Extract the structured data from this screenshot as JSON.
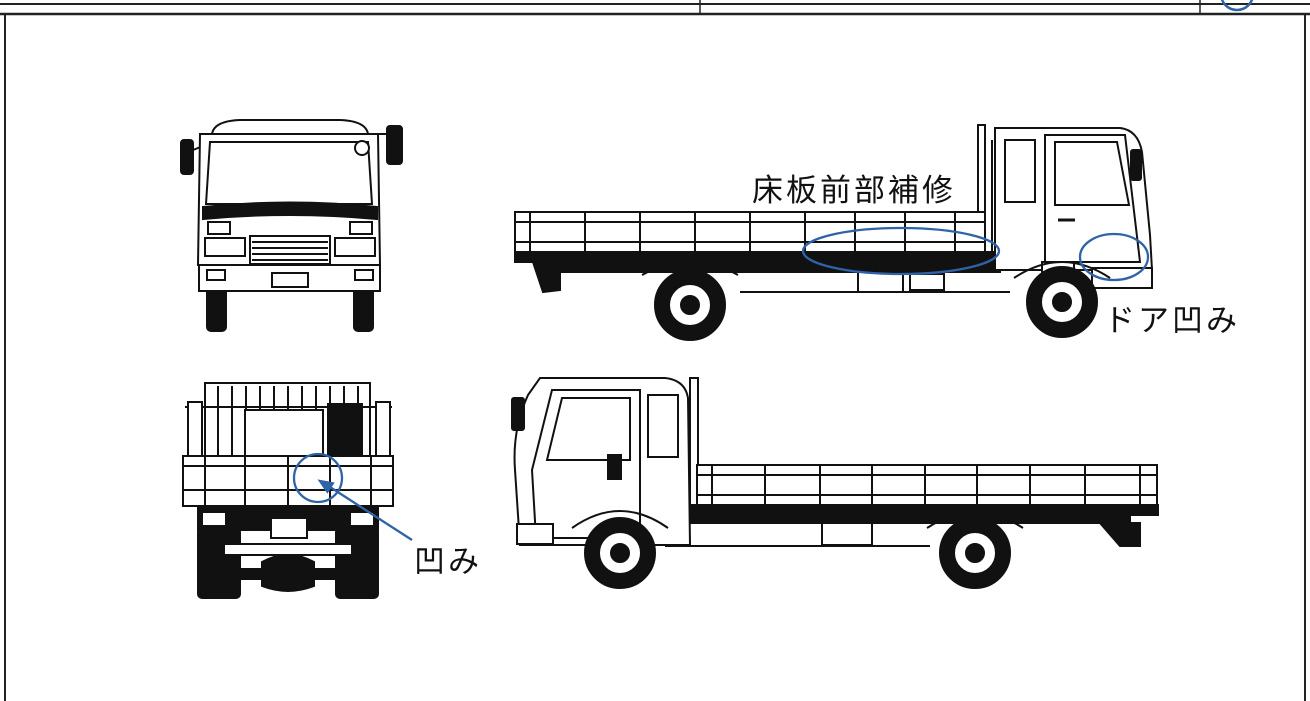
{
  "annotations": {
    "floor_repair": "床板前部補修",
    "door_dent": "ドア凹み",
    "dent": "凹み"
  },
  "colors": {
    "annotation": "#2f63a8",
    "line": "#111111"
  }
}
